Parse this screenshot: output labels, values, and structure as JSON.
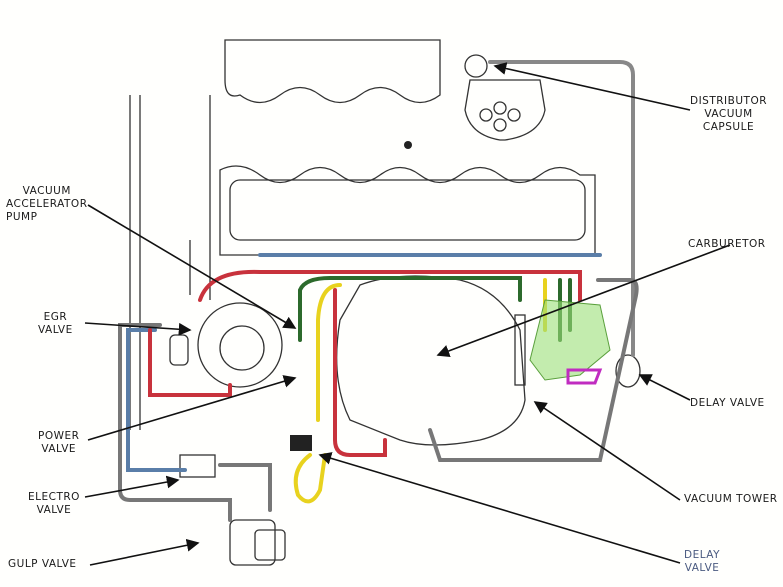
{
  "labels": {
    "distributor": [
      "DISTRIBUTOR",
      "VACUUM",
      "CAPSULE"
    ],
    "accelerator": [
      "VACUUM",
      "ACCELERATOR",
      "PUMP"
    ],
    "carburetor": [
      "CARBURETOR"
    ],
    "egr": [
      "EGR",
      "VALVE"
    ],
    "delay_right": [
      "DELAY VALVE"
    ],
    "power": [
      "POWER",
      "VALVE"
    ],
    "electro": [
      "ELECTRO",
      "VALVE"
    ],
    "vacuum_tower": [
      "VACUUM TOWER"
    ],
    "gulp": [
      "GULP VALVE"
    ],
    "delay_bottom": [
      "DELAY",
      "VALVE"
    ]
  },
  "colors": {
    "red": "#c8323c",
    "yellow": "#e8d21e",
    "green": "#2c6a2c",
    "blue": "#5a7ea8",
    "highlight": "#9be07a",
    "magenta": "#c02cc0"
  }
}
